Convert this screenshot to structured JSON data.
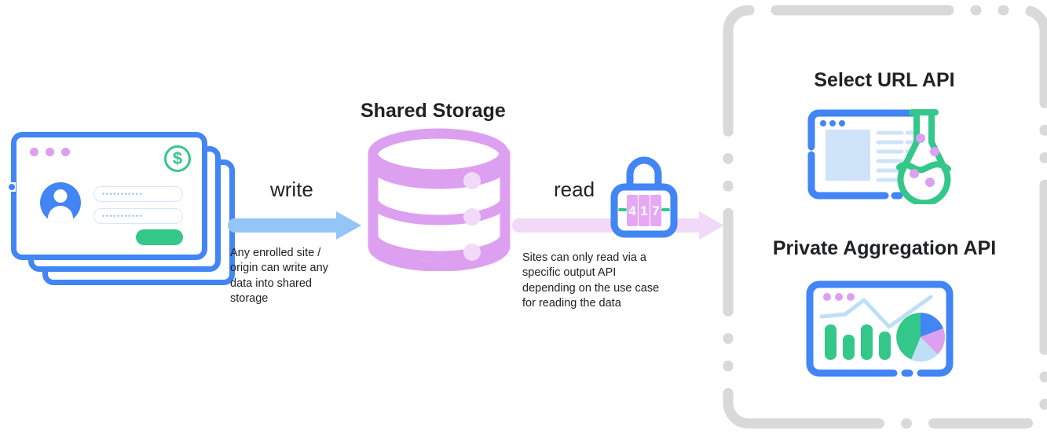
{
  "diagram": {
    "title": "Shared Storage write and read flow",
    "source": {
      "name": "stacked-site-windows",
      "titlebar_dot_count": 3,
      "badge": "$",
      "field_placeholder_dots": "•••••••••••",
      "window_count": 3
    },
    "storage": {
      "title": "Shared Storage",
      "icon": "database-cylinder-icon",
      "segments": 3
    },
    "flows": [
      {
        "id": "write",
        "label": "write",
        "description": "Any enrolled site /\norigin can write any\ndata into shared\nstorage",
        "color": "#93C5F8",
        "direction": "right"
      },
      {
        "id": "read",
        "label": "read",
        "description": "Sites can only read via a\nspecific output API\ndepending on the use case\nfor reading the data",
        "color": "#F2D9F8",
        "direction": "right"
      }
    ],
    "gate": {
      "name": "combination-padlock-icon",
      "digits": [
        "4",
        "1",
        "7"
      ],
      "body_color": "#4285F4",
      "dial_color": "#E6A8F5",
      "dash_color": "#34C78A"
    },
    "output_apis": {
      "panel_border_color": "#D9D9D9",
      "items": [
        {
          "title": "Select URL API",
          "icon": "browser-window-flask-icon"
        },
        {
          "title": "Private Aggregation API",
          "icon": "dashboard-charts-icon"
        }
      ]
    },
    "colors": {
      "blue": "#4285F4",
      "light_blue": "#93C5F8",
      "purple": "#DDA0F0",
      "light_purple": "#F2D9F8",
      "green": "#34C78A",
      "text": "#202124",
      "grey": "#D9D9D9"
    }
  }
}
